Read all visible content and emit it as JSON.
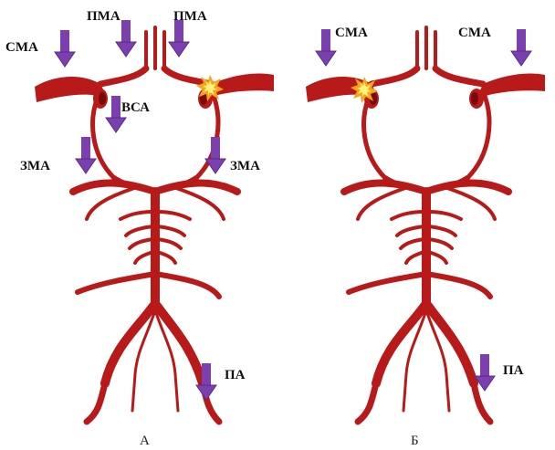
{
  "colors": {
    "artery": "#b81919",
    "artery_dark": "#7a0a0a",
    "arrow": "#7b3fb0",
    "arrow_dark": "#5a2a85",
    "burst_outer": "#f5a41c",
    "burst_inner": "#fff27a"
  },
  "icons": [
    "down-arrow-icon",
    "blockage-burst-icon"
  ],
  "panels": [
    {
      "caption": "А",
      "labels": [
        "ПМА",
        "ПМА",
        "СМА",
        "ВСА",
        "ЗМА",
        "ЗМА",
        "ПА"
      ]
    },
    {
      "caption": "Б",
      "labels": [
        "СМА",
        "СМА",
        "ПА"
      ]
    }
  ]
}
